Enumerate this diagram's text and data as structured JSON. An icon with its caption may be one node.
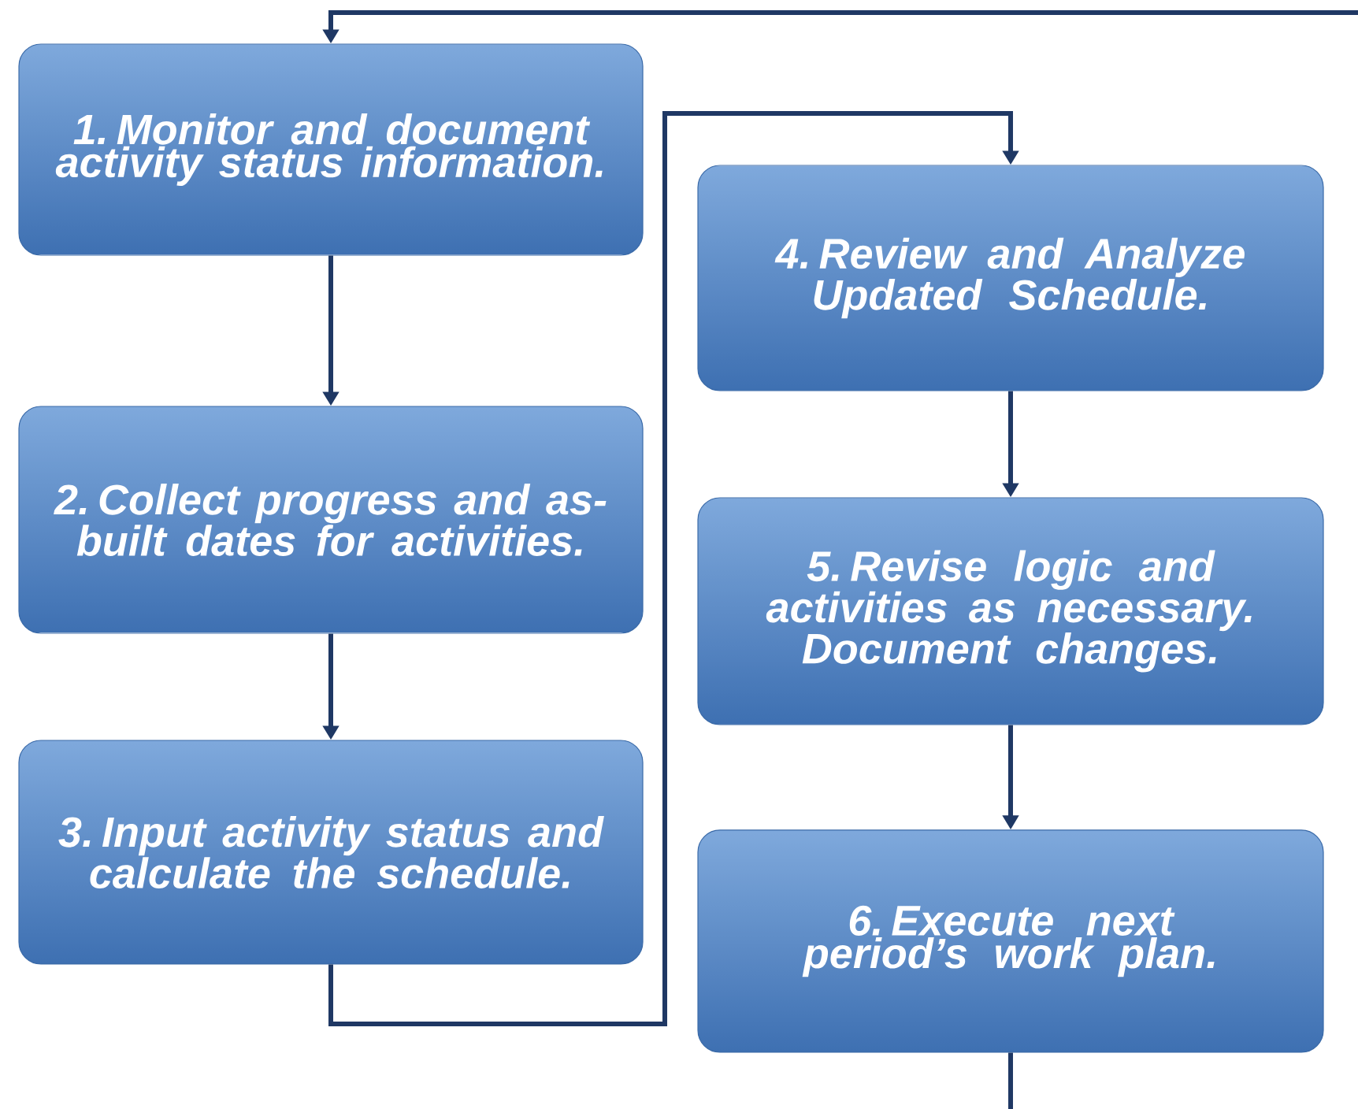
{
  "diagram": {
    "nodes": [
      {
        "text": [
          "1. Monitor and document activity status information."
        ]
      },
      {
        "text": [
          "2. Collect progress and as-built dates for activities."
        ]
      },
      {
        "text": [
          "3. Input activity status and calculate the schedule."
        ]
      },
      {
        "text": [
          "4. Review and Analyze Updated Schedule."
        ]
      },
      {
        "text": [
          "5. Revise logic and activities as necessary. Document changes."
        ]
      },
      {
        "text": [
          "6. Execute next period’s work plan."
        ]
      }
    ],
    "edges": [
      {
        "from": 0,
        "to": 1,
        "arrow": "to"
      },
      {
        "from": 1,
        "to": 2,
        "arrow": "to"
      },
      {
        "from": 2,
        "to": 3,
        "arrow": "to"
      },
      {
        "from": 3,
        "to": 4,
        "arrow": "to"
      },
      {
        "from": 4,
        "to": 5,
        "arrow": "to"
      },
      {
        "from": 5,
        "to": null,
        "arrow": "none"
      },
      {
        "from": null,
        "to": 0,
        "arrow": "to"
      }
    ]
  }
}
